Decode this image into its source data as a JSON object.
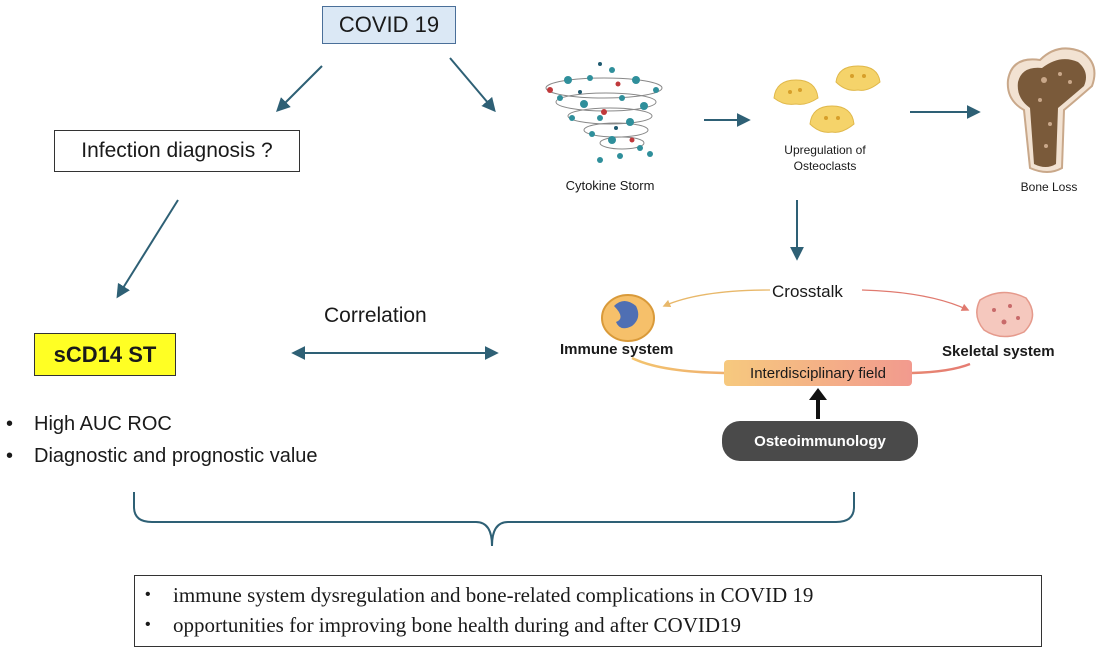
{
  "nodes": {
    "covid": "COVID 19",
    "infection_diagnosis": "Infection diagnosis ?",
    "scd14": "sCD14 ST",
    "correlation": "Correlation",
    "cytokine_storm": "Cytokine Storm",
    "upregulation_line1": "Upregulation of",
    "upregulation_line2": "Osteoclasts",
    "bone_loss": "Bone Loss",
    "crosstalk": "Crosstalk",
    "immune_system": "Immune system",
    "skeletal_system": "Skeletal system",
    "interdisciplinary_field": "Interdisciplinary field",
    "osteoimmunology": "Osteoimmunology"
  },
  "scd14_bullets": [
    "High AUC ROC",
    "Diagnostic and prognostic value"
  ],
  "conclusion_bullets": [
    "immune system dysregulation and bone-related complications in COVID 19",
    "opportunities for improving bone health during and after COVID19"
  ],
  "colors": {
    "arrow": "#2e6075",
    "covid_fill": "#dbe8f5",
    "scd14_fill": "#ffff24",
    "bone_brown": "#7a5a3a"
  }
}
